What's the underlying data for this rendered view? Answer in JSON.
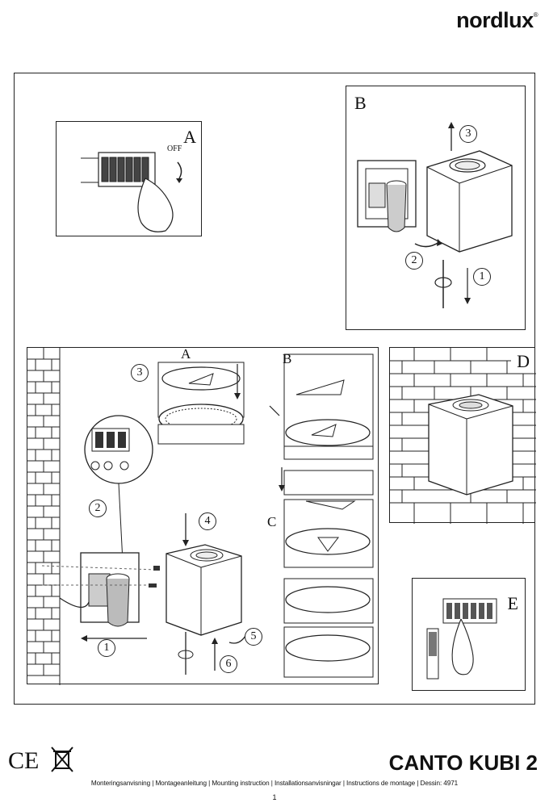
{
  "brand": {
    "name": "nordlux",
    "mark": "®"
  },
  "panels": {
    "a_top": {
      "letter": "A",
      "off_label": "OFF"
    },
    "b_top": {
      "letter": "B",
      "steps": [
        "3",
        "2",
        "1"
      ]
    },
    "main": {
      "steps": [
        "3",
        "2",
        "4",
        "1",
        "5",
        "6"
      ],
      "letters": [
        "A",
        "B",
        "C"
      ]
    },
    "d": {
      "letter": "D"
    },
    "e": {
      "letter": "E"
    }
  },
  "certifications": {
    "ce": "CE",
    "weee_icon": "crossed-bin-icon"
  },
  "product": {
    "model": "CANTO KUBI 2"
  },
  "footer": {
    "languages": "Monteringsanvisning | Montageanleitung | Mounting instruction | Installationsanvisningar | Instructions de montage | Dessin: 4971",
    "page": "1"
  }
}
